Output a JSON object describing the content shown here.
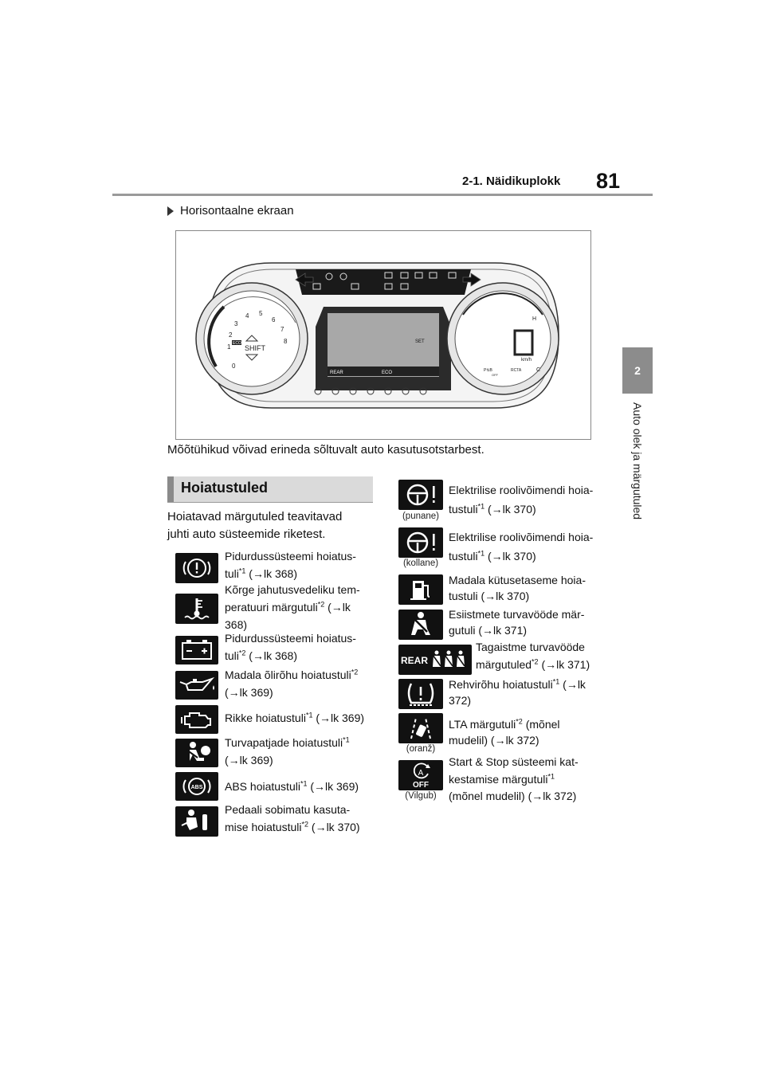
{
  "header": {
    "page_number": "81",
    "section": "2-1. Näidikuplokk"
  },
  "side_tab": {
    "number": "2",
    "label": "Auto olek ja märgutuled"
  },
  "bullet": "Horisontaalne ekraan",
  "cluster": {
    "tach_ticks": [
      "0",
      "1",
      "2",
      "3",
      "4",
      "5",
      "6",
      "7",
      "8"
    ],
    "eco": "ECO",
    "shift": "SHIFT",
    "set": "SET",
    "rear": "REAR",
    "eco2": "ECO",
    "kmh": "km/h",
    "off": "OFF",
    "rcta": "RCTA",
    "pkb": "P⇅B",
    "h": "H",
    "c": "C"
  },
  "note": "Mõõtühikud võivad erineda sõltuvalt auto kasutusotstarbest.",
  "section_title": "Hoiatustuled",
  "intro_line1": "Hoiatavad märgutuled teavitavad",
  "intro_line2": "juhti auto süsteemide riketest.",
  "left_items": [
    {
      "l1": "Pidurdussüsteemi hoiatus-",
      "l2a": "tuli",
      "sup": "*1",
      "l2b": " (→lk 368)",
      "icon": "brake-warning-icon"
    },
    {
      "l1": "Kõrge jahutusvedeliku tem-",
      "l2a": "peratuuri märgutuli",
      "sup": "*2",
      "l2b": " (→lk",
      "l3": "368)",
      "icon": "coolant-temperature-icon"
    },
    {
      "l1": "Pidurdussüsteemi hoiatus-",
      "l2a": "tuli",
      "sup": "*2",
      "l2b": " (→lk 368)",
      "icon": "battery-icon"
    },
    {
      "l1a": "Madala õlirõhu hoiatustuli",
      "sup": "*2",
      "l2": "(→lk 369)",
      "icon": "oil-pressure-icon"
    },
    {
      "l1a": "Rikke hoiatustuli",
      "sup": "*1",
      "l1b": " (→lk 369)",
      "icon": "check-engine-icon"
    },
    {
      "l1a": "Turvapatjade hoiatustuli",
      "sup": "*1",
      "l2": "(→lk 369)",
      "icon": "airbag-icon"
    },
    {
      "l1a": "ABS hoiatustuli",
      "sup": "*1",
      "l1b": " (→lk 369)",
      "icon": "abs-icon"
    },
    {
      "l1": "Pedaali sobimatu kasuta-",
      "l2a": "mise hoiatustuli",
      "sup": "*2",
      "l2b": " (→lk 370)",
      "icon": "pedal-misuse-icon"
    }
  ],
  "right_items": [
    {
      "cap": "(punane)",
      "l1": "Elektrilise roolivõimendi hoia-",
      "l2a": "tustuli",
      "sup": "*1",
      "l2b": " (→lk 370)",
      "icon": "power-steering-red-icon"
    },
    {
      "cap": "(kollane)",
      "l1": "Elektrilise roolivõimendi hoia-",
      "l2a": "tustuli",
      "sup": "*1",
      "l2b": " (→lk 370)",
      "icon": "power-steering-yellow-icon"
    },
    {
      "l1": "Madala kütusetaseme hoia-",
      "l2": "tustuli (→lk 370)",
      "icon": "low-fuel-icon"
    },
    {
      "l1": "Esiistmete turvavööde mär-",
      "l2": "gutuli (→lk 371)",
      "icon": "seatbelt-icon"
    },
    {
      "l1": "Tagaistme turvavööde",
      "l2a": "märgutuled",
      "sup": "*2",
      "l2b": " (→lk 371)",
      "icon": "rear-seatbelt-icon",
      "rear": "REAR"
    },
    {
      "l1a": "Rehvirõhu hoiatustuli",
      "sup": "*1",
      "l1b": " (→lk",
      "l2": "372)",
      "icon": "tire-pressure-icon"
    },
    {
      "cap": "(oranž)",
      "l1a": "LTA märgutuli",
      "sup": "*2",
      "l1b": " (mõnel",
      "l2": "mudelil) (→lk 372)",
      "icon": "lta-icon"
    },
    {
      "cap": "(Vilgub)",
      "l1": "Start & Stop süsteemi kat-",
      "l2a": "kestamise märgutuli",
      "sup": "*1",
      "l3": "(mõnel mudelil) (→lk 372)",
      "icon": "start-stop-off-icon",
      "a": "A",
      "off": "OFF"
    }
  ],
  "colors": {
    "tab": "#8c8c8c",
    "rule": "#9a9a9a",
    "heading_bg": "#dadada"
  }
}
